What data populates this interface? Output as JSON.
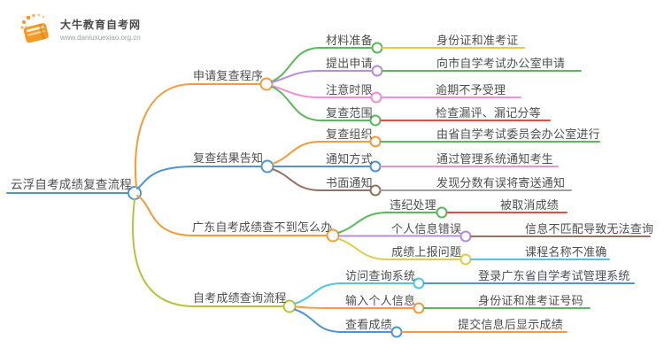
{
  "logo": {
    "title": "大牛教育自考网",
    "url": "www.daniuxuexiao.org.cn",
    "color": "#f59b23"
  },
  "colors": {
    "orange": "#f59b3c",
    "blue": "#4e95d3",
    "green": "#5cb85c",
    "purple": "#b48ddd",
    "pink": "#ef8fd5",
    "red": "#e74848",
    "yellow": "#dccf4b",
    "olive": "#b9c23d",
    "cyan": "#4fc4e6",
    "brown": "#9b6f60",
    "gray": "#a0a0a0",
    "text": "#4f4f4f"
  },
  "mindmap": {
    "root": "云浮自考成绩复查流程",
    "root_color": "#4e95d3",
    "branches": [
      {
        "label": "申请复查程序",
        "color": "#f59b3c",
        "children": [
          {
            "label": "材料准备",
            "color": "#5cb85c",
            "leaf": "身份证和准考证",
            "leaf_color": "#dccf4b"
          },
          {
            "label": "提出申请",
            "color": "#b48ddd",
            "leaf": "向市自学考试办公室申请",
            "leaf_color": "#5cb85c"
          },
          {
            "label": "注意时限",
            "color": "#ef8fd5",
            "leaf": "逾期不予受理",
            "leaf_color": "#ef8fd5"
          },
          {
            "label": "复查范围",
            "color": "#5cb85c",
            "leaf": "检查漏评、漏记分等",
            "leaf_color": "#e74848"
          }
        ]
      },
      {
        "label": "复查结果告知",
        "color": "#4e95d3",
        "children": [
          {
            "label": "复查组织",
            "color": "#f59b3c",
            "leaf": "由省自学考试委员会办公室进行",
            "leaf_color": "#5cb85c"
          },
          {
            "label": "通知方式",
            "color": "#4e95d3",
            "leaf": "通过管理系统通知考生",
            "leaf_color": "#ef8fd5"
          },
          {
            "label": "书面通知",
            "color": "#9b6f60",
            "leaf": "发现分数有误将寄送通知",
            "leaf_color": "#a0a0a0"
          }
        ]
      },
      {
        "label": "广东自考成绩查不到怎么办",
        "color": "#f59b3c",
        "children": [
          {
            "label": "违纪处理",
            "color": "#5cb85c",
            "leaf": "被取消成绩",
            "leaf_color": "#e74848"
          },
          {
            "label": "个人信息错误",
            "color": "#b48ddd",
            "leaf": "信息不匹配导致无法查询",
            "leaf_color": "#9b6f60"
          },
          {
            "label": "成绩上报问题",
            "color": "#dccf4b",
            "leaf": "课程名称不准确",
            "leaf_color": "#4fc4e6"
          }
        ]
      },
      {
        "label": "自考成绩查询流程",
        "color": "#b9c23d",
        "children": [
          {
            "label": "访问查询系统",
            "color": "#4fc4e6",
            "leaf": "登录广东省自学考试管理系统",
            "leaf_color": "#4e95d3"
          },
          {
            "label": "输入个人信息",
            "color": "#f59b3c",
            "leaf": "身份证和准考证号码",
            "leaf_color": "#5cb85c"
          },
          {
            "label": "查看成绩",
            "color": "#4e95d3",
            "leaf": "提交信息后显示成绩",
            "leaf_color": "#f59b3c"
          }
        ]
      }
    ]
  }
}
